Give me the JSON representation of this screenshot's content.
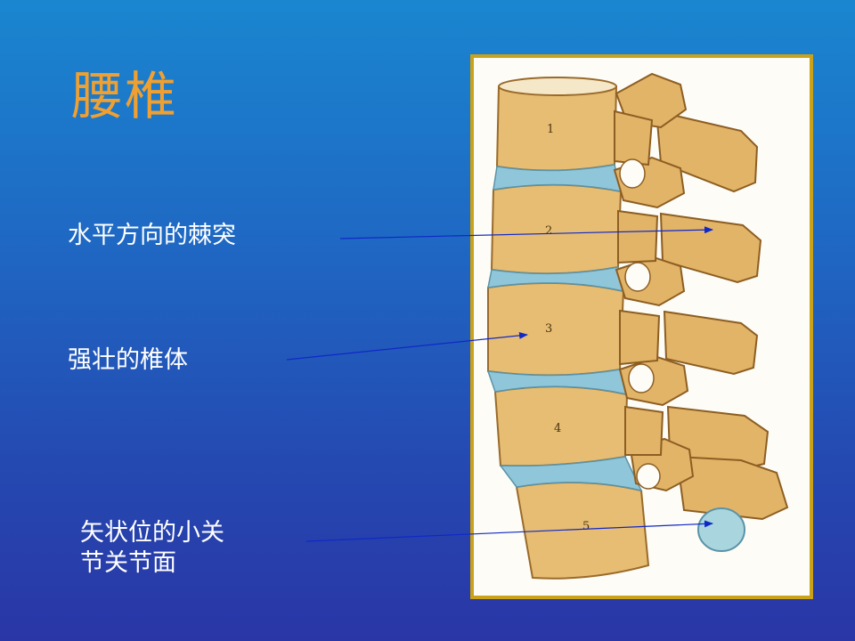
{
  "slide": {
    "title": "腰椎",
    "labels": {
      "spinous": "水平方向的棘突",
      "body": "强壮的椎体",
      "facet_line1": "矢状位的小关",
      "facet_line2": "节关节面"
    },
    "figure": {
      "vertebra_numbers": [
        "1",
        "2",
        "3",
        "4",
        "5"
      ]
    },
    "colors": {
      "title": "#f0a030",
      "label": "#ffffff",
      "frame": "#c9a21a",
      "pointer": "#1028c8",
      "bone": "#e8c27a",
      "disc": "#8fc6da"
    }
  }
}
